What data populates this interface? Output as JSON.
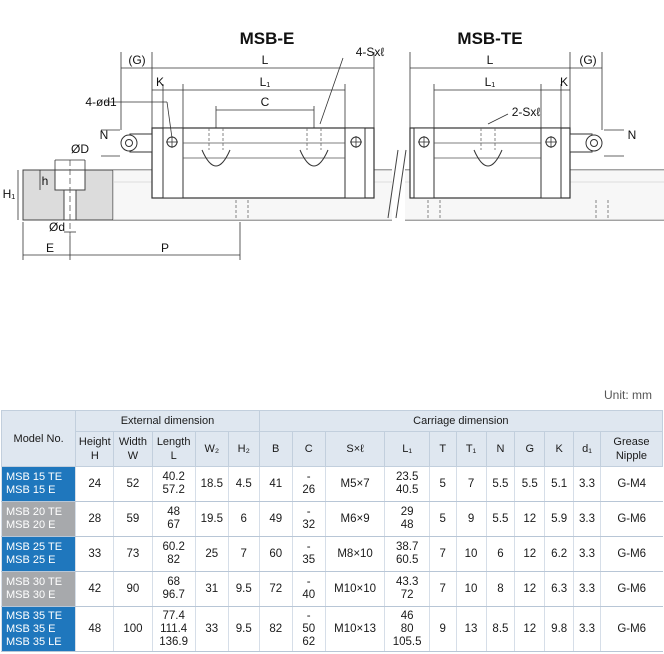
{
  "drawing": {
    "title_left": "MSB-E",
    "title_right": "MSB-TE",
    "labels": {
      "g_left": "(G)",
      "g_right": "(G)",
      "l_left": "L",
      "l_right": "L",
      "l1_left": "L₁",
      "l1_right": "L₁",
      "k_left": "K",
      "k_right": "K",
      "c": "C",
      "d1": "4-ød1",
      "sxl4": "4-Sxℓ",
      "sxl2": "2-Sxℓ",
      "n_left": "N",
      "n_right": "N",
      "od": "ØD",
      "h": "h",
      "h1": "H₁",
      "d": "Ød",
      "e": "E",
      "p": "P"
    }
  },
  "unit": "Unit: mm",
  "table": {
    "model_header": "Model No.",
    "group_external": "External dimension",
    "group_carriage": "Carriage dimension",
    "columns": [
      {
        "top": "Height",
        "bottom": "H"
      },
      {
        "top": "Width",
        "bottom": "W"
      },
      {
        "top": "Length",
        "bottom": "L"
      },
      {
        "top": "W₂",
        "bottom": ""
      },
      {
        "top": "H₂",
        "bottom": ""
      },
      {
        "top": "B",
        "bottom": ""
      },
      {
        "top": "C",
        "bottom": ""
      },
      {
        "top": "S×ℓ",
        "bottom": ""
      },
      {
        "top": "L₁",
        "bottom": ""
      },
      {
        "top": "T",
        "bottom": ""
      },
      {
        "top": "T₁",
        "bottom": ""
      },
      {
        "top": "N",
        "bottom": ""
      },
      {
        "top": "G",
        "bottom": ""
      },
      {
        "top": "K",
        "bottom": ""
      },
      {
        "top": "d₁",
        "bottom": ""
      },
      {
        "top": "Grease",
        "bottom": "Nipple"
      }
    ],
    "rows": [
      {
        "models": [
          "MSB 15 TE",
          "MSB 15 E"
        ],
        "color": "blue",
        "cells": [
          "24",
          "52",
          "40.2\n57.2",
          "18.5",
          "4.5",
          "41",
          "-\n26",
          "M5×7",
          "23.5\n40.5",
          "5",
          "7",
          "5.5",
          "5.5",
          "5.1",
          "3.3",
          "G-M4"
        ]
      },
      {
        "models": [
          "MSB 20 TE",
          "MSB 20 E"
        ],
        "color": "gray",
        "cells": [
          "28",
          "59",
          "48\n67",
          "19.5",
          "6",
          "49",
          "-\n32",
          "M6×9",
          "29\n48",
          "5",
          "9",
          "5.5",
          "12",
          "5.9",
          "3.3",
          "G-M6"
        ]
      },
      {
        "models": [
          "MSB 25 TE",
          "MSB 25 E"
        ],
        "color": "blue",
        "cells": [
          "33",
          "73",
          "60.2\n82",
          "25",
          "7",
          "60",
          "-\n35",
          "M8×10",
          "38.7\n60.5",
          "7",
          "10",
          "6",
          "12",
          "6.2",
          "3.3",
          "G-M6"
        ]
      },
      {
        "models": [
          "MSB 30 TE",
          "MSB 30 E"
        ],
        "color": "gray",
        "cells": [
          "42",
          "90",
          "68\n96.7",
          "31",
          "9.5",
          "72",
          "-\n40",
          "M10×10",
          "43.3\n72",
          "7",
          "10",
          "8",
          "12",
          "6.3",
          "3.3",
          "G-M6"
        ]
      },
      {
        "models": [
          "MSB 35 TE",
          "MSB 35 E",
          "MSB 35 LE"
        ],
        "color": "blue",
        "cells": [
          "48",
          "100",
          "77.4\n111.4\n136.9",
          "33",
          "9.5",
          "82",
          "-\n50\n62",
          "M10×13",
          "46\n80\n105.5",
          "9",
          "13",
          "8.5",
          "12",
          "9.8",
          "3.3",
          "G-M6"
        ]
      }
    ]
  }
}
